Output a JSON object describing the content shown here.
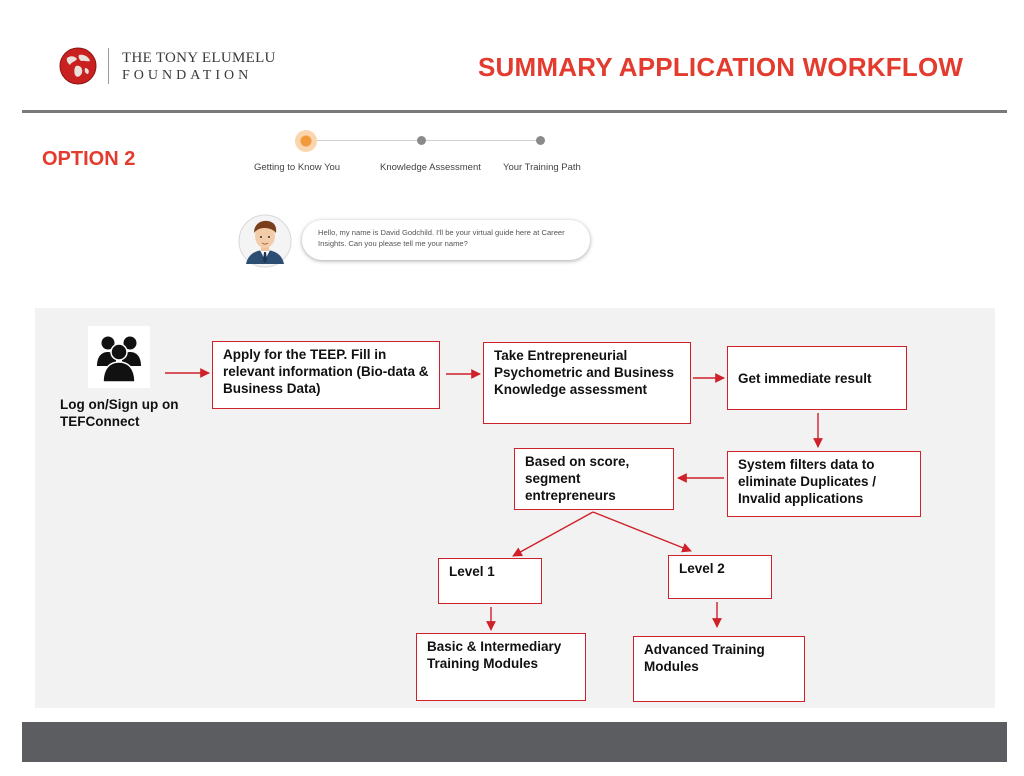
{
  "header": {
    "org_line1": "THE TONY ELUMELU",
    "org_line2": "FOUNDATION",
    "title": "SUMMARY APPLICATION WORKFLOW"
  },
  "option_label": "OPTION 2",
  "stepper": {
    "steps": [
      "Getting to Know You",
      "Knowledge Assessment",
      "Your Training Path"
    ],
    "active_index": 0
  },
  "chat": {
    "message": "Hello, my name is David Godchild. I'll be your virtual guide here at Career Insights. Can you please tell me your name?"
  },
  "workflow": {
    "start_label": "Log on/Sign up on TEFConnect",
    "apply": "Apply for the TEEP. Fill in relevant information (Bio-data & Business Data)",
    "assessment": "Take Entrepreneurial Psychometric and Business Knowledge assessment",
    "result": "Get immediate result",
    "filter": "System filters data to eliminate Duplicates / Invalid applications",
    "segment": "Based on score, segment entrepreneurs",
    "level1": "Level 1",
    "level2": "Level 2",
    "basic_modules": "Basic & Intermediary Training Modules",
    "advanced_modules": "Advanced Training Modules"
  },
  "colors": {
    "accent": "#e33b2e",
    "box_border": "#d0202a",
    "panel_bg": "#f2f2f2",
    "footer_bg": "#5c5d61"
  }
}
